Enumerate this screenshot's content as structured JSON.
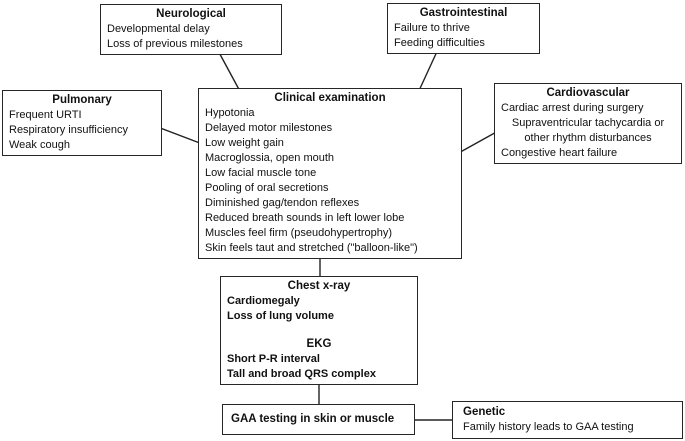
{
  "diagram": {
    "background_color": "#ffffff",
    "line_color": "#222222",
    "nodes": {
      "neurological": {
        "title": "Neurological",
        "lines": [
          "Developmental delay",
          "Loss of previous milestones"
        ]
      },
      "gastrointestinal": {
        "title": "Gastrointestinal",
        "lines": [
          "Failure to thrive",
          "Feeding difficulties"
        ]
      },
      "pulmonary": {
        "title": "Pulmonary",
        "lines": [
          "Frequent URTI",
          "Respiratory insufficiency",
          "Weak cough"
        ]
      },
      "cardiovascular": {
        "title": "Cardiovascular",
        "lines": [
          "Cardiac arrest during surgery",
          "Supraventricular tachycardia or other rhythm disturbances",
          "Congestive heart failure"
        ]
      },
      "clinical_examination": {
        "title": "Clinical examination",
        "lines": [
          "Hypotonia",
          "Delayed motor milestones",
          "Low weight gain",
          "Macroglossia, open mouth",
          "Low facial muscle tone",
          "Pooling of oral secretions",
          "Diminished gag/tendon reflexes",
          "Reduced breath sounds in left lower lobe",
          "Muscles feel firm (pseudohypertrophy)",
          "Skin feels taut and stretched (\"balloon-like\")"
        ]
      },
      "tests": {
        "sections": [
          {
            "title": "Chest x-ray",
            "lines": [
              "Cardiomegaly",
              "Loss of lung volume"
            ]
          },
          {
            "title": "EKG",
            "lines": [
              "Short P-R interval",
              "Tall and broad QRS complex"
            ]
          }
        ]
      },
      "gaa_testing": {
        "label": "GAA testing in skin or muscle"
      },
      "genetic": {
        "title": "Genetic",
        "lines": [
          "Family history leads to GAA testing"
        ]
      }
    },
    "edges": [
      {
        "from": "neurological",
        "to": "clinical_examination"
      },
      {
        "from": "gastrointestinal",
        "to": "clinical_examination"
      },
      {
        "from": "pulmonary",
        "to": "clinical_examination"
      },
      {
        "from": "clinical_examination",
        "to": "cardiovascular"
      },
      {
        "from": "clinical_examination",
        "to": "tests"
      },
      {
        "from": "tests",
        "to": "gaa_testing"
      },
      {
        "from": "gaa_testing",
        "to": "genetic"
      }
    ]
  }
}
